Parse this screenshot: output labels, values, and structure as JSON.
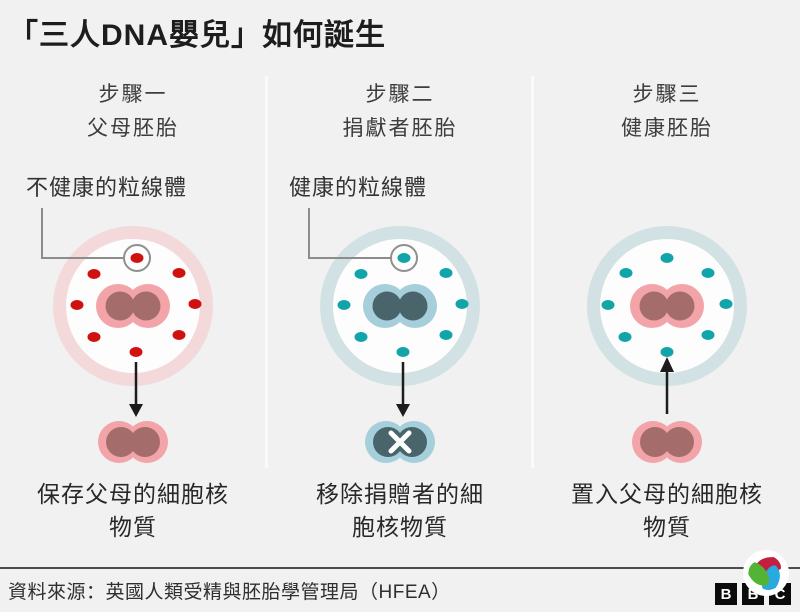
{
  "title": "「三人DNA嬰兒」如何誕生",
  "columns": [
    {
      "step": "步驟一",
      "subtitle": "父母胚胎",
      "callout_label": "不健康的粒線體",
      "caption_line1": "保存父母的細胞核",
      "caption_line2": "物質"
    },
    {
      "step": "步驟二",
      "subtitle": "捐獻者胚胎",
      "callout_label": "健康的粒線體",
      "caption_line1": "移除捐贈者的細",
      "caption_line2": "胞核物質"
    },
    {
      "step": "步驟三",
      "subtitle": "健康胚胎",
      "caption_line1": "置入父母的細胞核",
      "caption_line2": "物質"
    }
  ],
  "footer": {
    "source": "資料來源：英國人類受精與胚胎學管理局（HFEA）",
    "logo_letters": [
      "B",
      "B",
      "C"
    ]
  },
  "colors": {
    "background": "#f0f1f0",
    "cell_interior": "#fdfdfd",
    "unhealthy_red": "#cf1110",
    "healthy_teal": "#11a4a9",
    "pink_ring": "#f3d9da",
    "pink_nucleus_outer": "#f2a4a9",
    "pink_nucleus_inner": "#a56c6c",
    "teal_ring": "#d2e1e3",
    "teal_nucleus_outer": "#a6cedb",
    "teal_nucleus_inner": "#4a646b",
    "arrow": "#1c1c1c",
    "logo_red": "#c41f3e",
    "logo_green": "#53b335",
    "logo_blue": "#28a9e0"
  }
}
